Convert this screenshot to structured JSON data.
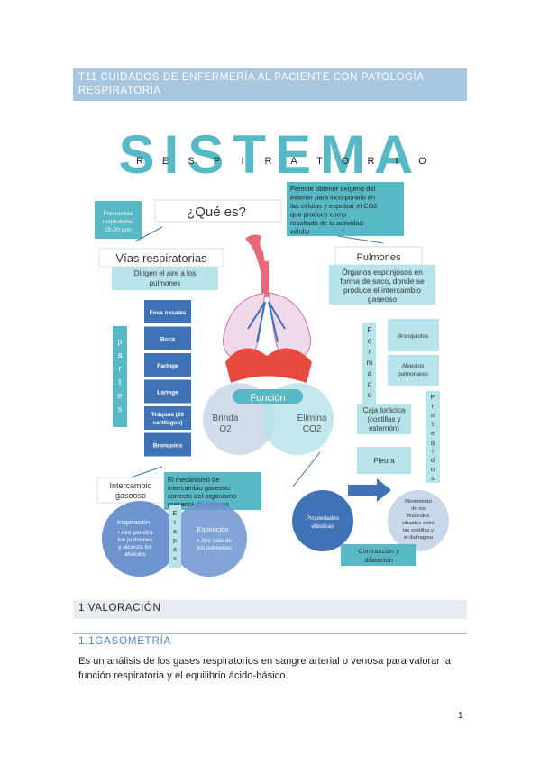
{
  "header": {
    "chapter_title_line1": "T11 CUIDADOS DE ENFERMERÍA AL PACIENTE CON PATOLOGÍA",
    "chapter_title_line2": "RESPIRATORIA"
  },
  "infographic": {
    "title": "SISTEMA",
    "subtitle_letters": [
      "R",
      "E",
      "S",
      "P",
      "I",
      "R",
      "A",
      "T",
      "O",
      "R",
      "I",
      "O"
    ],
    "frequency_line1": "Frecuencia",
    "frequency_line2": "respiratoria:",
    "frequency_line3": "15-20 rpm",
    "que_es": "¿Qué es?",
    "definition_lines": [
      "Permite obtener oxígeno del",
      "exterior para incorporarlo en",
      "las células y expulsar el CO2",
      "que      produce      como",
      "resultado   de   la   actividad",
      "celular"
    ],
    "vias_title": "Vías respiratorias",
    "vias_desc_line1": "Dirigen el aire a los",
    "vias_desc_line2": "pulmones",
    "partes_letters": [
      "p",
      "a",
      "r",
      "t",
      "e",
      "s"
    ],
    "parts": [
      "Fosa nasales",
      "Boca",
      "Faringe",
      "Laringe",
      "Tráquea (20",
      "cartílagos)",
      "Bronquios"
    ],
    "pulmones_title": "Pulmones",
    "pulmones_desc": [
      "Órganos esponjosos en",
      "forma de saco, donde se",
      "produce el intercambio",
      "gaseoso"
    ],
    "formado_letters": [
      "F",
      "o",
      "r",
      "m",
      "a",
      "d",
      "o"
    ],
    "formado_items": [
      "Bronquiolos",
      "Alveolos",
      "pulmonares"
    ],
    "protegidos_letters": [
      "P",
      "r",
      "o",
      "t",
      "e",
      "g",
      "i",
      "d",
      "o",
      "s"
    ],
    "caja_toracica": [
      "Caja torácica",
      "(costillas y",
      "esternón)"
    ],
    "pleura": "Pleura",
    "funcion_title": "Función",
    "brinda": [
      "Brinda",
      "O2"
    ],
    "elimina": [
      "Elimina",
      "CO2"
    ],
    "intercambio_title": [
      "Intercambio",
      "gaseoso"
    ],
    "mecanismo_lines": [
      "El     mecanismo     de",
      "intercambio     gaseoso",
      "correcto del organismo",
      "presenta dos etapas"
    ],
    "etapas_letters": [
      "E",
      "t",
      "a",
      "p",
      "a",
      "s"
    ],
    "inspiracion_title": "Inspiración",
    "inspiracion_lines": [
      "• Aire penetra",
      "los pulmones",
      "y alcanza los",
      "alvéolos"
    ],
    "espiracion_title": "Espiración",
    "espiracion_lines": [
      "• Aire sale de",
      "los pulmones"
    ],
    "propiedades": [
      "Propiedades",
      "elásticas"
    ],
    "movimiento": [
      "Movimiento",
      "de los",
      "músculos",
      "situados entre",
      "las costillas y",
      "el diafragma"
    ],
    "contraccion": [
      "Contracción y",
      "dilatación"
    ],
    "colors": {
      "teal": "#58b9c6",
      "pale_teal": "#b7e3ea",
      "box_blue": "#3f73b6",
      "circle_blue": "#6d94cf",
      "pale_blue": "#c9d7ea"
    }
  },
  "section": {
    "heading": "1 VALORACIÓN",
    "subheading": "1.1GASOMETRÍA",
    "paragraph_line1": "Es un análisis de los gases respiratorios en sangre arterial o venosa para valorar la",
    "paragraph_line2": "función respiratoria y el equilibrio ácido-básico."
  },
  "footer": {
    "page_number": "1"
  }
}
